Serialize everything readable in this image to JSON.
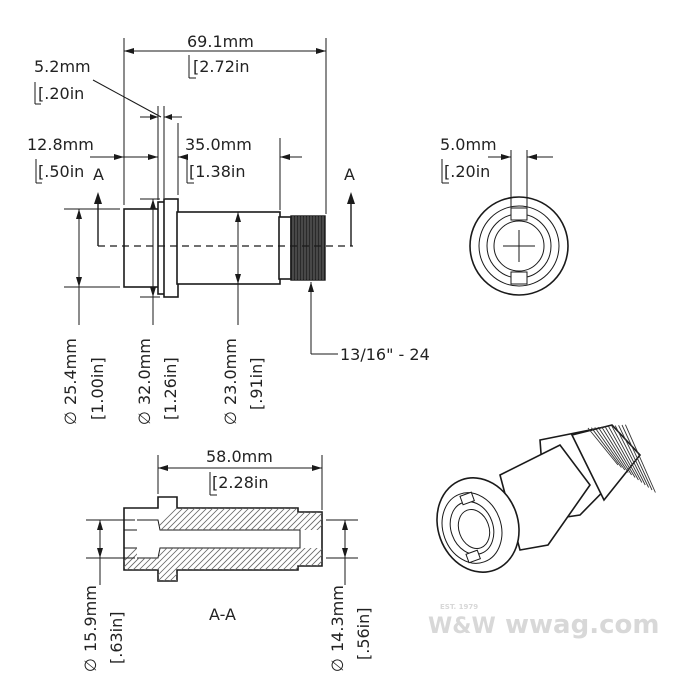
{
  "side_view": {
    "overall_length_mm": "69.1mm",
    "overall_length_in": "[2.72in",
    "flange_width_mm": "5.2mm",
    "flange_width_in": "[.20in",
    "front_length_mm": "12.8mm",
    "front_length_in": "[.50in",
    "body_length_mm": "35.0mm",
    "body_length_in": "[1.38in",
    "section_mark_left": "A",
    "section_mark_right": "A",
    "front_dia_mm": "25.4mm",
    "front_dia_in": "[1.00in]",
    "flange_dia_mm": "32.0mm",
    "flange_dia_in": "[1.26in]",
    "body_dia_mm": "23.0mm",
    "body_dia_in": "[.91in]",
    "thread_callout": "13/16\" - 24"
  },
  "end_view": {
    "slot_width_mm": "5.0mm",
    "slot_width_in": "[.20in"
  },
  "section_view": {
    "length_mm": "58.0mm",
    "length_in": "[2.28in",
    "section_label": "A-A",
    "bore_dia_mm": "15.9mm",
    "bore_dia_in": "[.63in]",
    "outlet_dia_mm": "14.3mm",
    "outlet_dia_in": "[.56in]"
  },
  "watermark": {
    "brand": "W&W",
    "site": "wwag.com",
    "est": "EST. 1979"
  },
  "diameter_symbol": "∅"
}
